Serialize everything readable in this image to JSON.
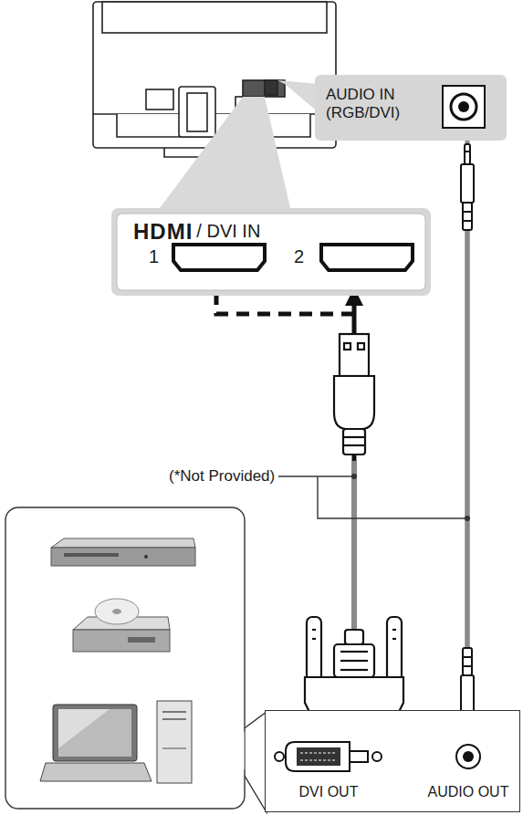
{
  "diagram": {
    "nodes": [
      {
        "text": [
          "HDMI",
          "/ DVI IN"
        ]
      },
      {
        "text": [
          "AUDIO IN (RGB/DVI)"
        ]
      },
      {
        "text": [
          "DVI OUT",
          "AUDIO OUT"
        ]
      }
    ],
    "edges": [
      {
        "from": 2,
        "to": 0,
        "arrow": "to"
      },
      {
        "from": 2,
        "to": 1,
        "arrow": "none"
      }
    ],
    "labels": [
      "1",
      "2",
      "(*Not Provided)"
    ]
  }
}
